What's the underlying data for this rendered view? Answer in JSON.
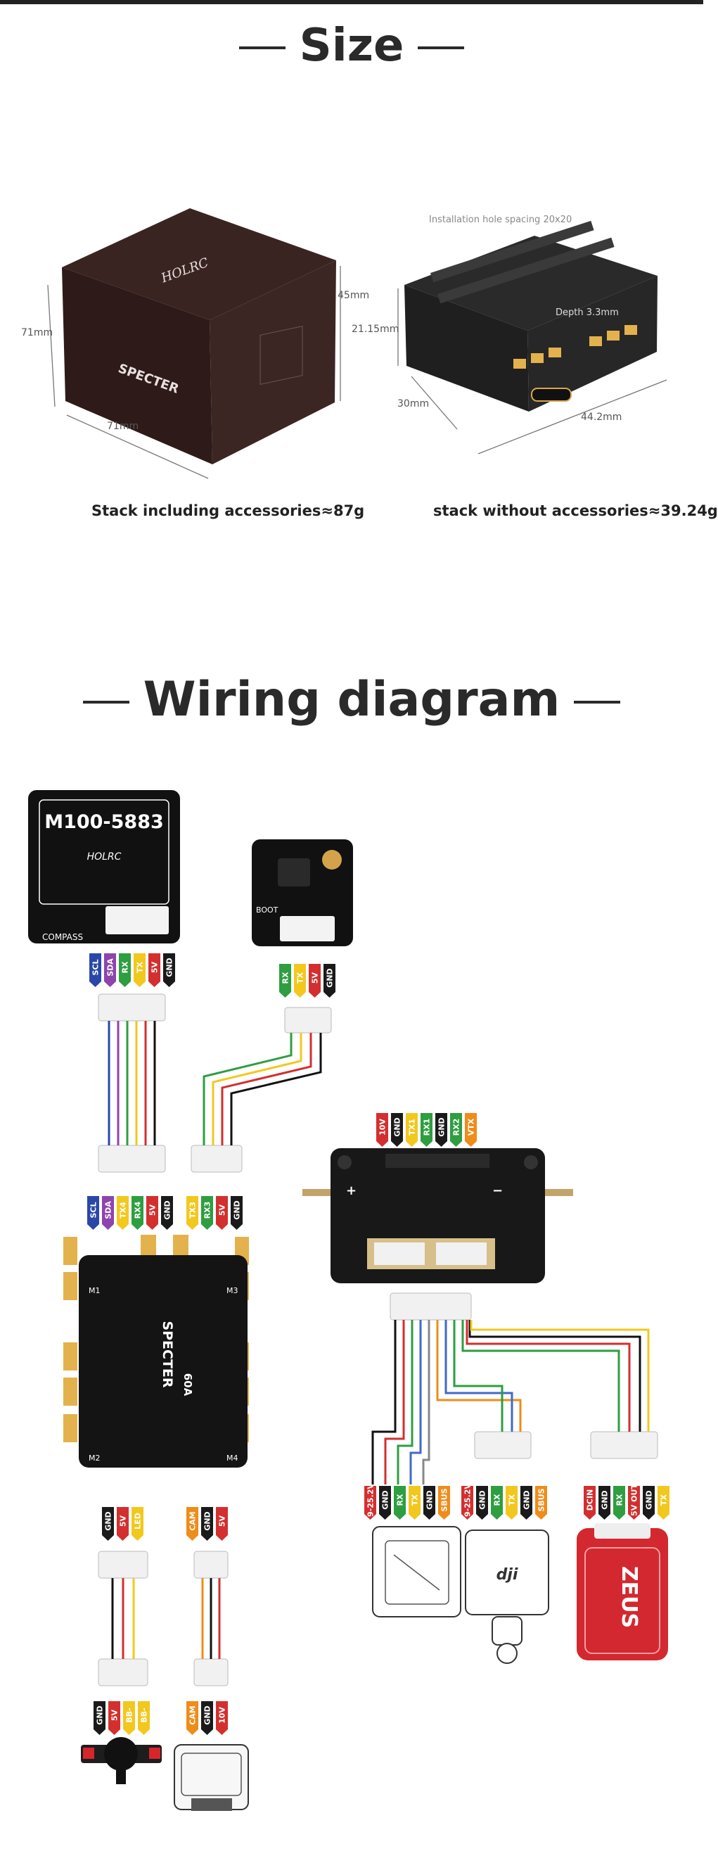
{
  "size_section": {
    "title": "Size",
    "box": {
      "height": "45mm",
      "depth": "71mm",
      "width": "71mm",
      "brand": "HOLRC",
      "product": "SPECTER"
    },
    "stack": {
      "hole_spacing": "Installation hole spacing 20x20",
      "depth": "Depth 3.3mm",
      "height": "21.15mm",
      "depth_side": "30mm",
      "width": "44.2mm"
    },
    "caption_with": "Stack including accessories≈87g",
    "caption_without": "stack without accessories≈39.24g"
  },
  "wiring_section": {
    "title": "Wiring diagram",
    "gps": {
      "name": "M100-5883",
      "brand": "HOLRC",
      "pins": [
        "SCL",
        "SDA",
        "RX",
        "TX",
        "5V",
        "GND"
      ],
      "compass_label": "COMPASS"
    },
    "receiver": {
      "boot_label": "BOOT",
      "pins": [
        "RX",
        "TX",
        "5V",
        "GND"
      ]
    },
    "fc_top_pins_left": [
      "SCL",
      "SDA",
      "TX4",
      "RX4",
      "5V",
      "GND"
    ],
    "fc_top_pins_right": [
      "TX3",
      "RX3",
      "5V",
      "GND"
    ],
    "esc": {
      "name": "SPECTER",
      "rating": "60A",
      "motor_labels": [
        "M1",
        "M2",
        "M3",
        "M4"
      ]
    },
    "fc_bottom_pins_left": [
      "GND",
      "5V",
      "LED"
    ],
    "fc_bottom_pins_right": [
      "CAM",
      "GND",
      "5V"
    ],
    "buzzer_pins": [
      "GND",
      "5V",
      "BB-",
      "BB-"
    ],
    "camera_pins": [
      "CAM",
      "GND",
      "10V"
    ],
    "fc": {
      "top_pins": [
        "10V",
        "GND",
        "TX1",
        "RX1",
        "GND",
        "RX2",
        "VTX"
      ],
      "plus": "+",
      "minus": "−"
    },
    "vtx1_pins": [
      "9-25.2V",
      "GND",
      "RX",
      "TX",
      "GND",
      "SBUS"
    ],
    "vtx2_pins": [
      "9-25.2V",
      "GND",
      "RX",
      "TX",
      "GND",
      "SBUS"
    ],
    "vtx3_pins": [
      "DCIN",
      "GND",
      "RX",
      "5V OUT",
      "GND",
      "TX"
    ],
    "dji_logo": "dji",
    "zeus_label": "ZEUS"
  }
}
